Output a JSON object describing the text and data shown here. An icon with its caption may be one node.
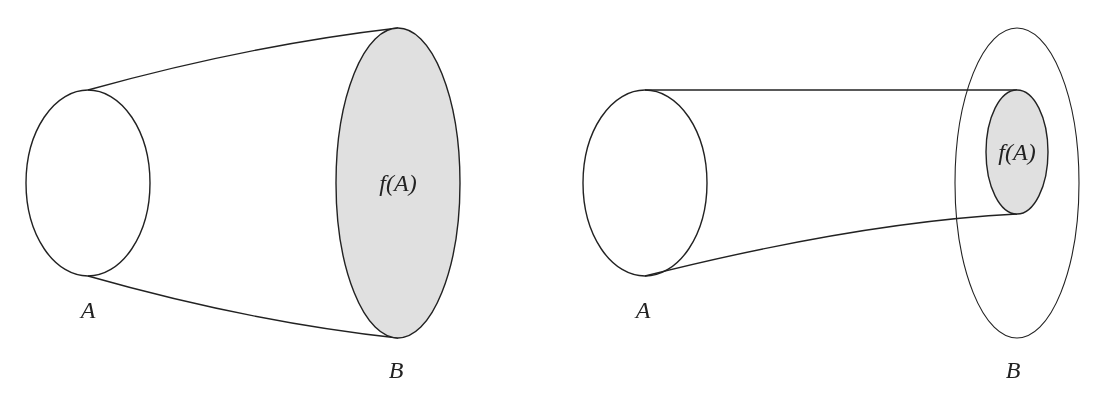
{
  "diagram": {
    "nodes": [
      {
        "text": [],
        "shape": "ellipse",
        "beside": [
          "A"
        ]
      },
      {
        "text": [
          "f(A)"
        ],
        "beside": [
          "B"
        ]
      },
      {
        "text": [],
        "shape": "ellipse",
        "beside": [
          "A"
        ]
      },
      {
        "text": [],
        "shape": "ellipse",
        "beside": [
          "B"
        ]
      },
      {
        "text": [
          "f(A)"
        ],
        "in": 3
      }
    ],
    "edges": [
      {
        "from": 0,
        "to": 1,
        "arrow": "none"
      },
      {
        "from": 0,
        "to": 1,
        "arrow": "none"
      },
      {
        "from": 2,
        "to": 4,
        "arrow": "none"
      },
      {
        "from": 2,
        "to": 4,
        "arrow": "none"
      }
    ]
  }
}
